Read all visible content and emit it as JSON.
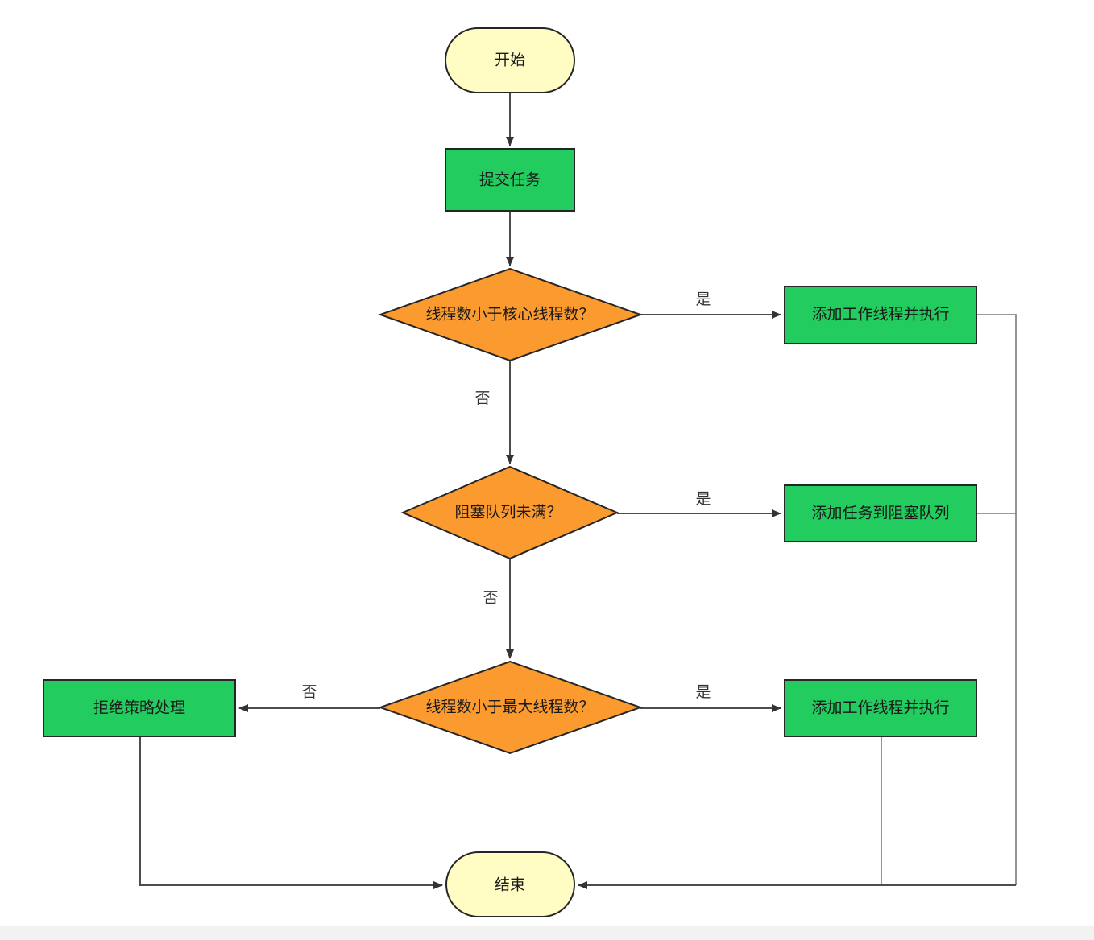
{
  "colors": {
    "terminal_fill": "#fffcc4",
    "process_fill": "#22cc5e",
    "decision_fill": "#fb9a2f",
    "stroke": "#262626",
    "connector": "#4d4d4d"
  },
  "nodes": {
    "start": {
      "label": "开始",
      "shape": "terminal"
    },
    "submit_task": {
      "label": "提交任务",
      "shape": "process"
    },
    "check_core": {
      "label": "线程数小于核心线程数？",
      "shape": "decision"
    },
    "add_core_worker": {
      "label": "添加工作线程并执行",
      "shape": "process"
    },
    "check_queue": {
      "label": "阻塞队列未满？",
      "shape": "decision"
    },
    "add_to_queue": {
      "label": "添加任务到阻塞队列",
      "shape": "process"
    },
    "check_max": {
      "label": "线程数小于最大线程数？",
      "shape": "decision"
    },
    "add_max_worker": {
      "label": "添加工作线程并执行",
      "shape": "process"
    },
    "reject": {
      "label": "拒绝策略处理",
      "shape": "process"
    },
    "end": {
      "label": "结束",
      "shape": "terminal"
    }
  },
  "edge_labels": {
    "core_yes": "是",
    "core_no": "否",
    "queue_yes": "是",
    "queue_no": "否",
    "max_yes": "是",
    "max_no": "否"
  },
  "edges": [
    {
      "from": "start",
      "to": "submit_task"
    },
    {
      "from": "submit_task",
      "to": "check_core"
    },
    {
      "from": "check_core",
      "to": "add_core_worker",
      "label": "是"
    },
    {
      "from": "check_core",
      "to": "check_queue",
      "label": "否"
    },
    {
      "from": "check_queue",
      "to": "add_to_queue",
      "label": "是"
    },
    {
      "from": "check_queue",
      "to": "check_max",
      "label": "否"
    },
    {
      "from": "check_max",
      "to": "add_max_worker",
      "label": "是"
    },
    {
      "from": "check_max",
      "to": "reject",
      "label": "否"
    },
    {
      "from": "add_core_worker",
      "to": "end"
    },
    {
      "from": "add_to_queue",
      "to": "end"
    },
    {
      "from": "add_max_worker",
      "to": "end"
    },
    {
      "from": "reject",
      "to": "end"
    }
  ]
}
